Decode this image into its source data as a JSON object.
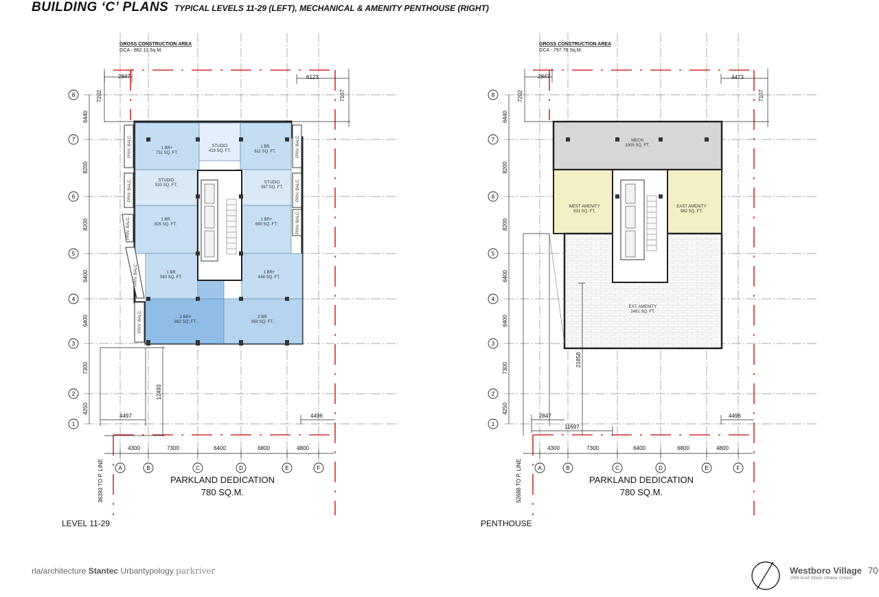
{
  "header": {
    "title": "BUILDING ‘C’ PLANS",
    "subtitle": "TYPICAL LEVELS 11-29 (LEFT),  MECHANICAL & AMENITY PENTHOUSE (RIGHT)"
  },
  "colors": {
    "gridline": "#888888",
    "property_line": "#d42a2a",
    "unit_light": "#cfe3f5",
    "unit_mid": "#b6d4ef",
    "unit_dark": "#8fbde6",
    "studio_pale": "#e2eef9",
    "mech": "#d7d7d7",
    "amenity_interior": "#f2f0c4",
    "ext_amenity": "#f7f7f7"
  },
  "row_labels": [
    "8",
    "7",
    "6",
    "5",
    "4",
    "3",
    "2",
    "1"
  ],
  "col_labels": [
    "A",
    "B",
    "C",
    "D",
    "E",
    "F"
  ],
  "row_dims": [
    "7202",
    "6440",
    "8200",
    "8200",
    "6400",
    "6400",
    "7300",
    "4250"
  ],
  "col_dims": [
    "4300",
    "7300",
    "6400",
    "6800",
    "4800"
  ],
  "left_plan": {
    "gca_title": "GROSS CONSTRUCTION AREA",
    "gca_value": "GCA - 862.11 Sq.M.",
    "dim_top_left": "2847",
    "dim_top_right": "6123",
    "dim_right_vertical": "7107",
    "dim_bottom_left": "4497",
    "dim_bottom_right": "4496",
    "dim_vertical_mid": "12493",
    "p_line": "36393 TO P. LINE",
    "parkland_title": "PARKLAND DEDICATION",
    "parkland_area": "780 SQ.M.",
    "level_label": "LEVEL 11-29",
    "balcony_label": "PRIV. BALC.",
    "units": [
      {
        "name": "1 BR+",
        "area": "752 SQ. FT."
      },
      {
        "name": "STUDIO",
        "area": "419 SQ. FT."
      },
      {
        "name": "1 BR",
        "area": "611 SQ. FT."
      },
      {
        "name": "STUDIO",
        "area": "530 SQ. FT."
      },
      {
        "name": "STUDIO",
        "area": "367 SQ. FT."
      },
      {
        "name": "1 BR",
        "area": "825 SQ. FT."
      },
      {
        "name": "1 BR+",
        "area": "690 SQ. FT."
      },
      {
        "name": "1 BR",
        "area": "580 SQ. FT."
      },
      {
        "name": "1 BR+",
        "area": "648 SQ. FT."
      },
      {
        "name": "2 BR+",
        "area": "982 SQ. FT."
      },
      {
        "name": "2 BR",
        "area": "950 SQ. FT."
      }
    ]
  },
  "right_plan": {
    "gca_title": "GROSS CONSTRUCTION AREA",
    "gca_value": "GCA - 797.76 Sq.M.",
    "dim_top_left": "2847",
    "dim_top_right": "4473",
    "dim_right_vertical": "7107",
    "dim_bottom_left": "2847",
    "dim_bottom_right": "4496",
    "dim_horizontal": "11697",
    "dim_vertical_mid": "21858",
    "p_line": "52688 TO P. LINE",
    "parkland_title": "PARKLAND DEDICATION",
    "parkland_area": "780 SQ.M.",
    "level_label": "PENTHOUSE",
    "rooms": [
      {
        "name": "MECH",
        "area": "1905 SQ. FT."
      },
      {
        "name": "WEST AMENITY",
        "area": "931 SQ. FT."
      },
      {
        "name": "EAST AMENITY",
        "area": "982 SQ. FT."
      },
      {
        "name": "EXT. AMENITY",
        "area": "2481 SQ. FT."
      }
    ]
  },
  "footer": {
    "firm_rla": "rla",
    "firm_arch": "/architecture",
    "firm_stantec": "Stantec",
    "firm_urban": "Urbantypology",
    "firm_park": "parkriver",
    "project_name": "Westboro Village",
    "project_address": "1994 Scott Street, Ottawa, Ontario",
    "page_number": "70"
  }
}
